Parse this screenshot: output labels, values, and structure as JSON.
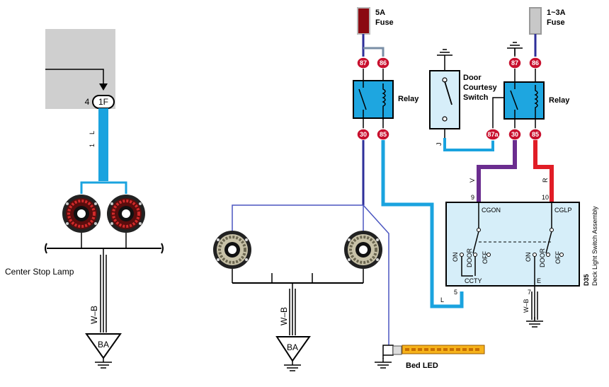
{
  "colors": {
    "light_blue_wire": "#1aa3df",
    "dark_blue_wire": "#2e2f9a",
    "violet_wire": "#6b2d8f",
    "red_wire": "#e11d26",
    "pin_red": "#c8102e",
    "relay_fill": "#1ea6e0",
    "switch_assembly_fill": "#d6eef9",
    "fuse_red": "#8b0a12",
    "fuse_grey": "#c8c8c8",
    "led_amber": "#f6b21a"
  },
  "left": {
    "connector_pin": "4",
    "connector_id": "1F",
    "wire_code_1": "L",
    "wire_code_2": "1",
    "lamp_label": "Center Stop Lamp",
    "ground_wire": "W–B",
    "ground_point": "BA"
  },
  "middle": {
    "fuse_rating": "5A",
    "fuse_label": "Fuse",
    "relay_label": "Relay",
    "pins": [
      "87",
      "86",
      "30",
      "85"
    ],
    "ground_wire": "W–B",
    "ground_point": "BA",
    "bed_led_label": "Bed LED"
  },
  "door_switch": {
    "line1": "Door",
    "line2": "Courtesy",
    "line3": "Switch",
    "wire_code": "J"
  },
  "right": {
    "fuse_rating": "1~3A",
    "fuse_label": "Fuse",
    "relay_label": "Relay",
    "pins": [
      "87",
      "86",
      "87a",
      "30",
      "85"
    ],
    "wire_v": "V",
    "wire_r": "R",
    "wire_l": "L",
    "wire_wb": "W–B"
  },
  "switch_assembly": {
    "code": "D35",
    "name": "Deck Light Switch Assembly",
    "cgon": "CGON",
    "cglp": "CGLP",
    "cgon_pin": "9",
    "cglp_pin": "10",
    "ccty": "CCTY",
    "ccty_pin": "5",
    "e": "E",
    "e_pin": "7",
    "on": "ON",
    "door": "DOOR",
    "off": "OFF"
  }
}
